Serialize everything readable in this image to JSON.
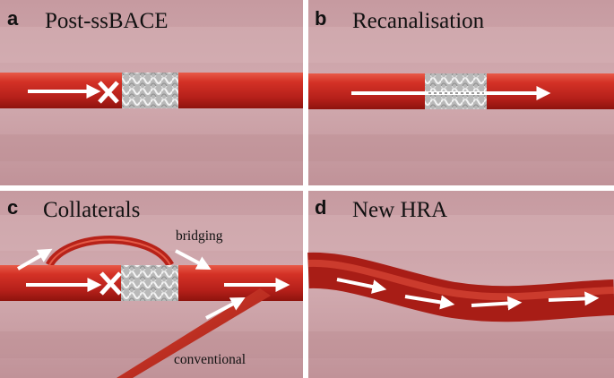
{
  "panels": [
    {
      "letter": "a",
      "title": "Post-ssBACE"
    },
    {
      "letter": "b",
      "title": "Recanalisation"
    },
    {
      "letter": "c",
      "title": "Collaterals"
    },
    {
      "letter": "d",
      "title": "New HRA"
    }
  ],
  "annotations": {
    "bridging": "bridging",
    "conventional": "conventional"
  },
  "colors": {
    "background": "#cfa3a8",
    "vessel": "#c5271e",
    "vessel_dark": "#8f150f",
    "vessel_highlight": "#ec5a49",
    "arrow": "#ffffff",
    "stent": "#e4e4e4"
  }
}
